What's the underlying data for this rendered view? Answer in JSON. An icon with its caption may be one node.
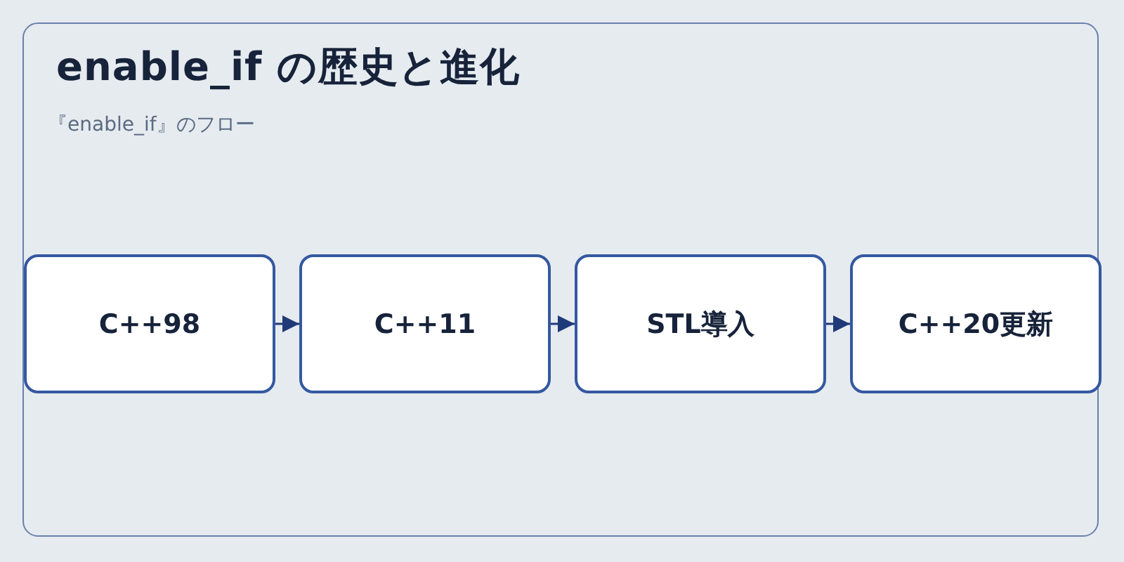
{
  "diagram": {
    "title": "enable_if の歴史と進化",
    "nodes": [
      {
        "text": [
          "C++98"
        ]
      },
      {
        "text": [
          "C++11"
        ]
      },
      {
        "text": [
          "STL導入"
        ]
      },
      {
        "text": [
          "C++20更新"
        ]
      }
    ],
    "edges": [
      {
        "from": 0,
        "to": 1,
        "arrow": "to"
      },
      {
        "from": 1,
        "to": 2,
        "arrow": "to"
      },
      {
        "from": 2,
        "to": 3,
        "arrow": "to"
      }
    ],
    "labels": [
      "『enable_if』のフロー"
    ]
  }
}
